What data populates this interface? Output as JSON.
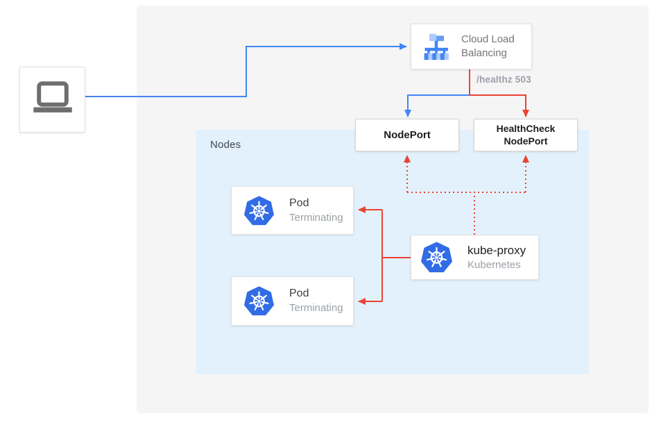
{
  "client": {
    "icon": "laptop"
  },
  "cloud_load_balancing": {
    "label": "Cloud Load Balancing"
  },
  "healthz_label": "/healthz 503",
  "nodeport": {
    "label": "NodePort"
  },
  "healthcheck_nodeport": {
    "label": "HealthCheck NodePort"
  },
  "nodes_group": {
    "label": "Nodes"
  },
  "kube_proxy": {
    "title": "kube-proxy",
    "subtitle": "Kubernetes"
  },
  "pods": [
    {
      "title": "Pod",
      "status": "Terminating"
    },
    {
      "title": "Pod",
      "status": "Terminating"
    }
  ],
  "colors": {
    "traffic_blue": "#4285f4",
    "health_red": "#ea4335",
    "kubernetes_blue": "#326ce5",
    "gcp_icon_light_blue": "#aecbfa",
    "gcp_icon_mid_blue": "#669df6",
    "nodes_bg": "#e3f1fc",
    "panel_bg": "#f5f5f6"
  }
}
